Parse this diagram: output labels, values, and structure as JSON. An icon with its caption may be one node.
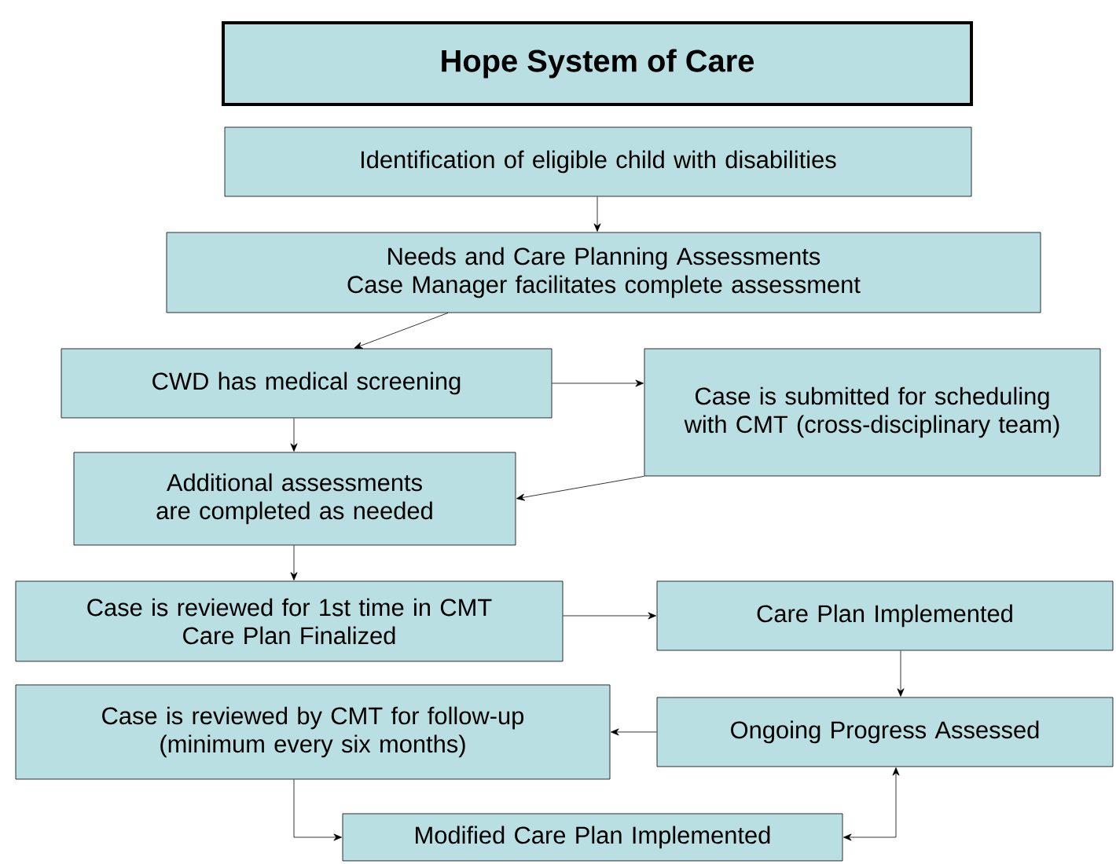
{
  "diagram": {
    "title": "Hope System of Care",
    "nodes": [
      {
        "text": [
          "Identification of eligible child with disabilities"
        ]
      },
      {
        "text": [
          "Needs and Care Planning Assessments",
          "Case Manager facilitates complete assessment"
        ]
      },
      {
        "text": [
          "CWD has medical screening"
        ]
      },
      {
        "text": [
          "Case is submitted for scheduling with CMT (cross-disciplinary team)"
        ]
      },
      {
        "text": [
          "Additional assessments are completed as needed"
        ]
      },
      {
        "text": [
          "Case is reviewed for 1st time in CMT",
          "Care Plan Finalized"
        ]
      },
      {
        "text": [
          "Care Plan Implemented"
        ]
      },
      {
        "text": [
          "Case is reviewed by CMT for follow-up",
          "(minimum every six months)"
        ]
      },
      {
        "text": [
          "Ongoing Progress Assessed"
        ]
      },
      {
        "text": [
          "Modified Care Plan Implemented"
        ]
      }
    ],
    "edges": [
      {
        "from": 0,
        "to": 1,
        "arrow": "to"
      },
      {
        "from": 1,
        "to": 2,
        "arrow": "to"
      },
      {
        "from": 2,
        "to": 3,
        "arrow": "to"
      },
      {
        "from": 2,
        "to": 4,
        "arrow": "to"
      },
      {
        "from": 3,
        "to": 4,
        "arrow": "to"
      },
      {
        "from": 4,
        "to": 5,
        "arrow": "to"
      },
      {
        "from": 5,
        "to": 6,
        "arrow": "to"
      },
      {
        "from": 6,
        "to": 8,
        "arrow": "to"
      },
      {
        "from": 8,
        "to": 7,
        "arrow": "to"
      },
      {
        "from": 7,
        "to": 9,
        "arrow": "to"
      },
      {
        "from": 9,
        "to": 8,
        "arrow": "both"
      }
    ]
  }
}
